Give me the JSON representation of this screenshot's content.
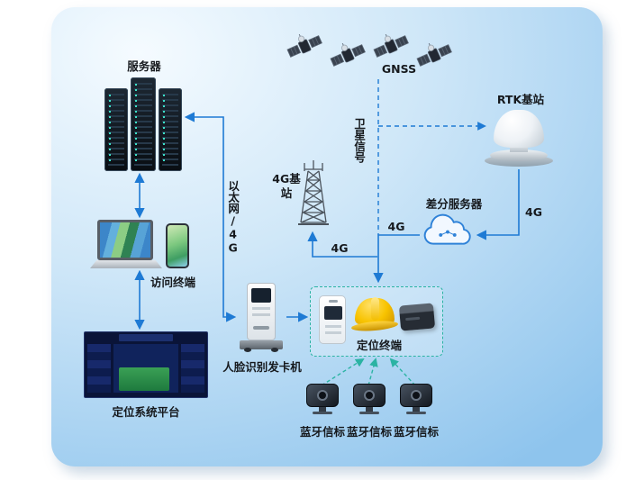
{
  "nodes": {
    "gnss": {
      "label": "GNSS"
    },
    "server": {
      "label": "服务器"
    },
    "rtk_station": {
      "label": "RTK基站"
    },
    "base_station_4g": {
      "label": "4G基站"
    },
    "diff_server": {
      "label": "差分服务器"
    },
    "access_terminal": {
      "label": "访问终端"
    },
    "face_card_machine": {
      "label": "人脸识别发卡机"
    },
    "positioning_terminal": {
      "label": "定位终端"
    },
    "platform": {
      "label": "定位系统平台"
    },
    "beacons": [
      {
        "label": "蓝牙信标"
      },
      {
        "label": "蓝牙信标"
      },
      {
        "label": "蓝牙信标"
      }
    ]
  },
  "edges": {
    "satellite_signal": "卫星信号",
    "ethernet_4g": "以太网/4G",
    "g4_tower": "4G",
    "g4_cloud": "4G",
    "g4_rtk": "4G"
  },
  "colors": {
    "arrow_color": "#1e7ad4",
    "beacon_link_color": "#2bb3a3",
    "label_color": "#16191d",
    "bg_light": "#f5fbff",
    "bg_mid": "#cfe7f8",
    "bg_deep": "#8ec4ed"
  }
}
